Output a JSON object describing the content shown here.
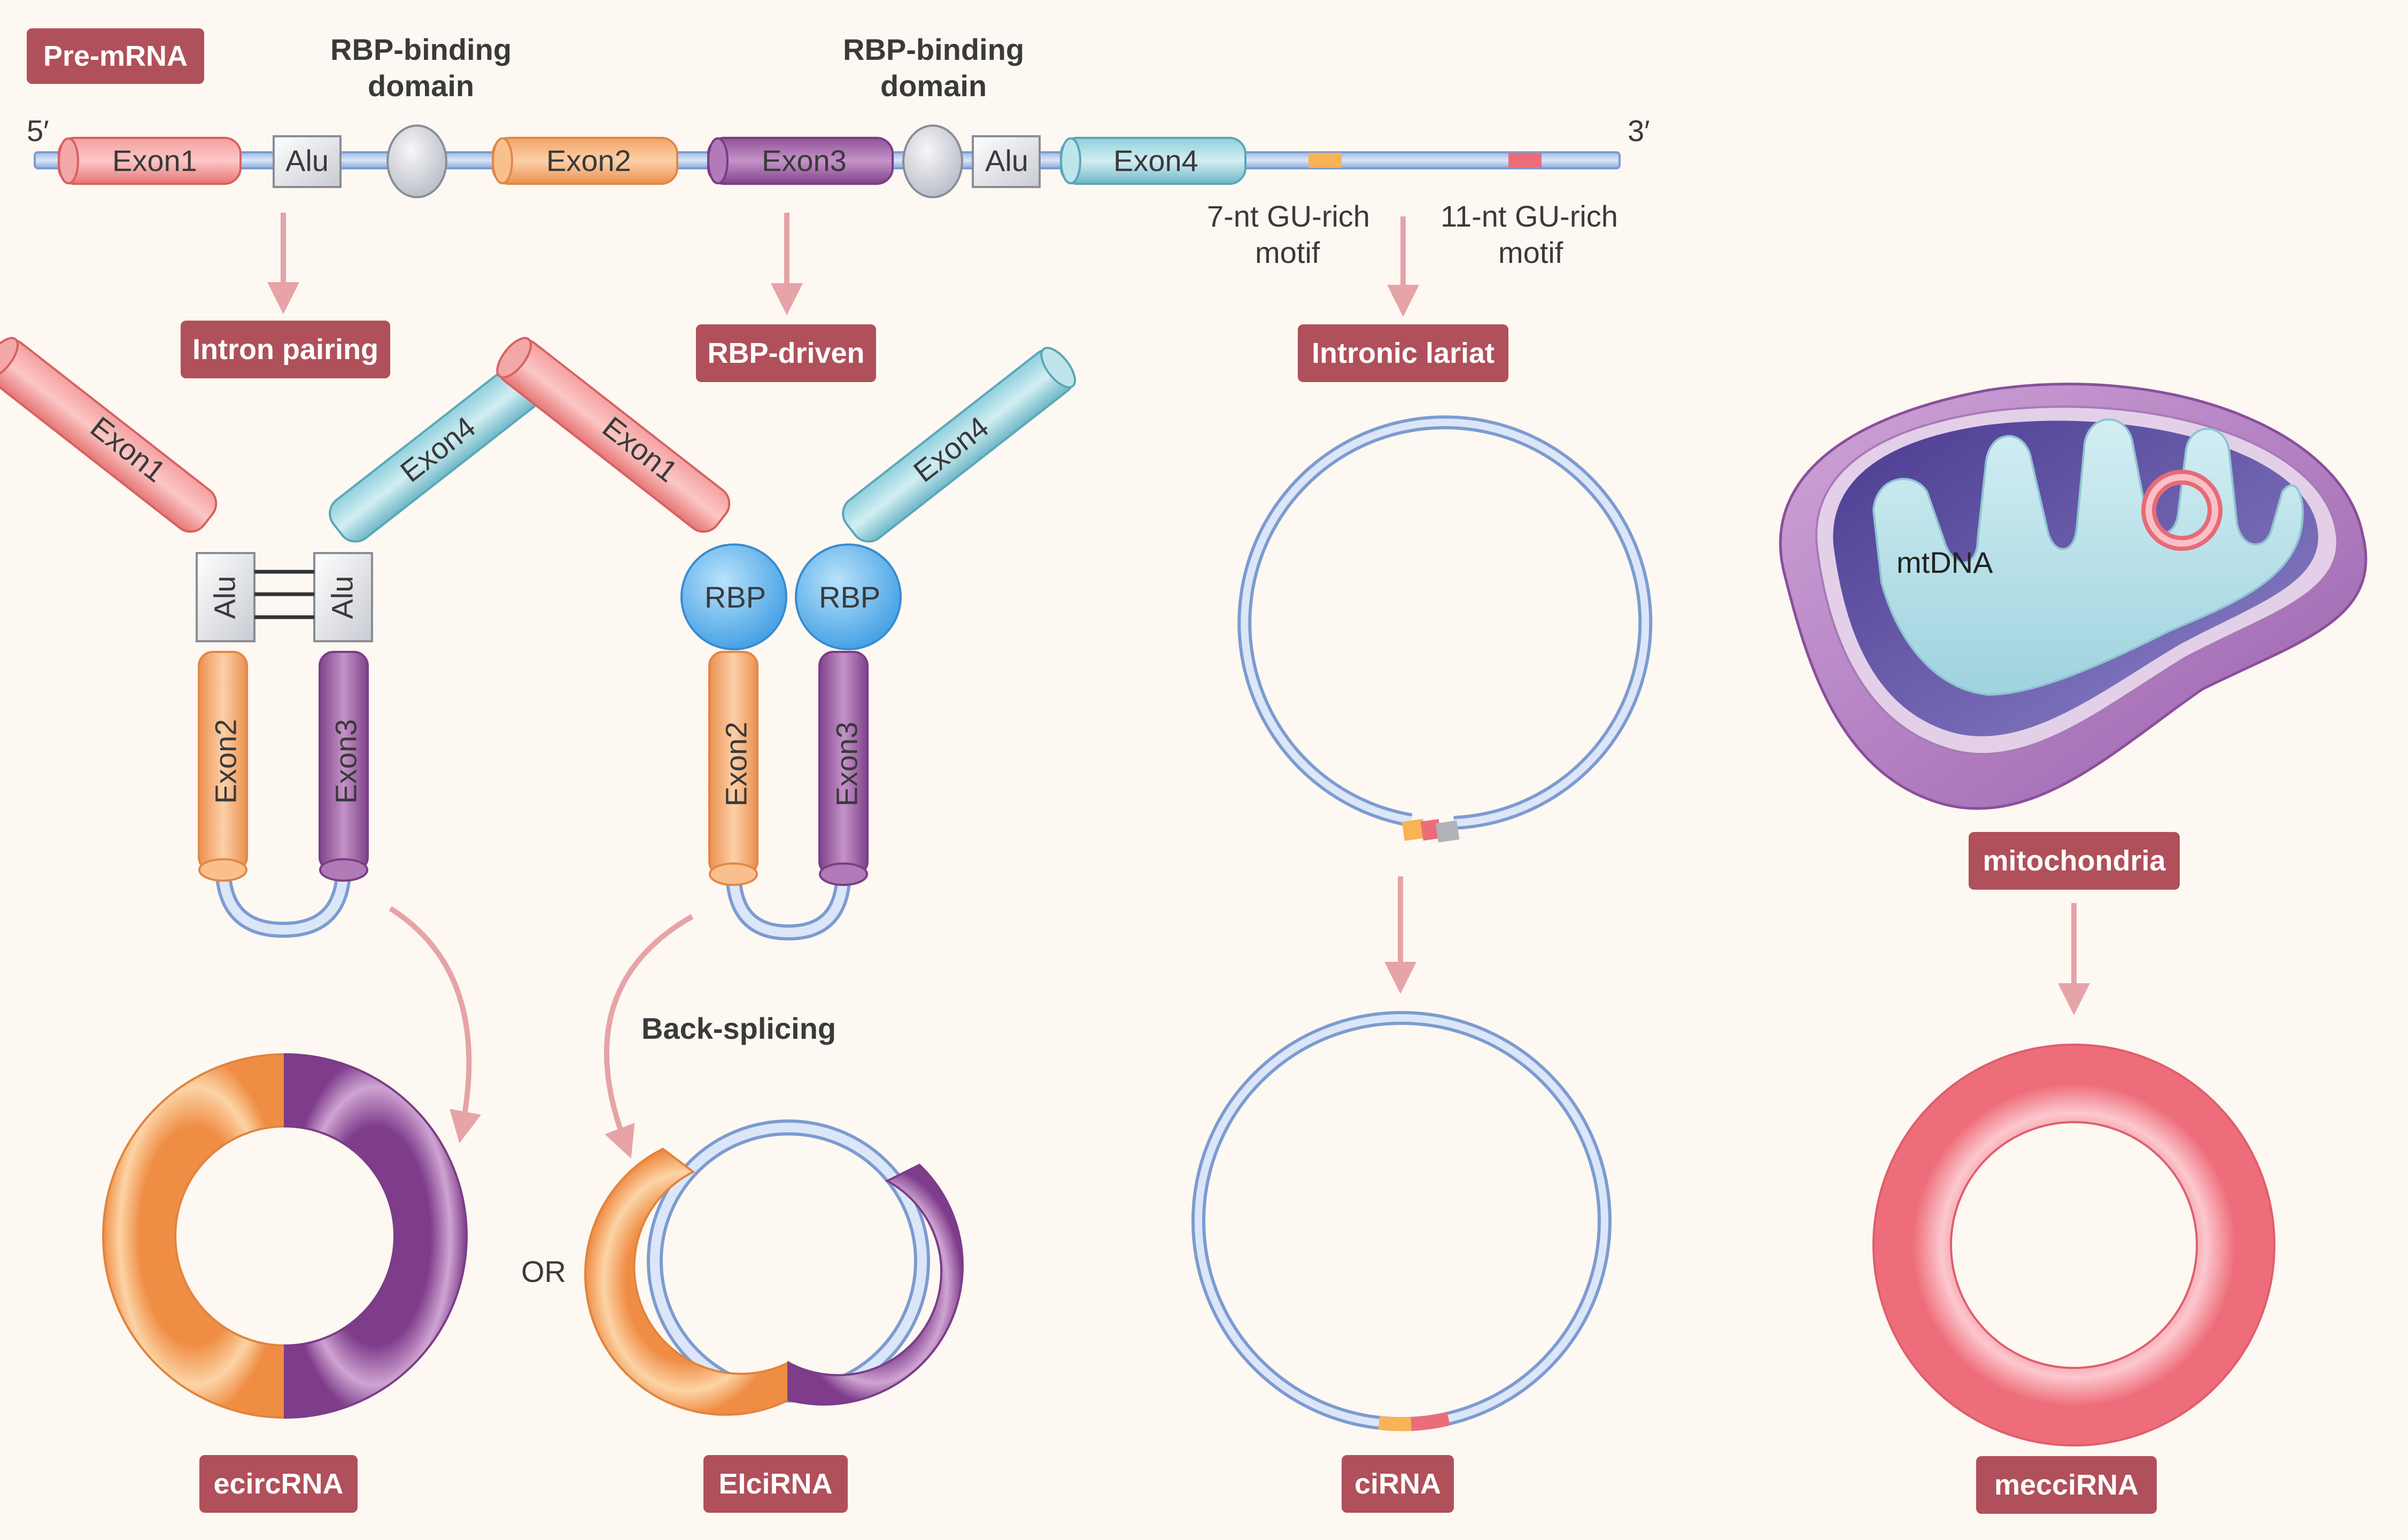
{
  "labels": {
    "pre_mrna": "Pre-mRNA",
    "intron_pairing": "Intron pairing",
    "rbp_driven": "RBP-driven",
    "intronic_lariat": "Intronic lariat",
    "mitochondria": "mitochondria",
    "ecircrna": "ecircRNA",
    "elcirna": "EIciRNA",
    "cirna": "ciRNA",
    "meccirna": "mecciRNA"
  },
  "text": {
    "five_prime": "5′",
    "three_prime": "3′",
    "rbp_domain_1_l1": "RBP-binding",
    "rbp_domain_1_l2": "domain",
    "rbp_domain_2_l1": "RBP-binding",
    "rbp_domain_2_l2": "domain",
    "motif7_l1": "7-nt GU-rich",
    "motif7_l2": "motif",
    "motif11_l1": "11-nt GU-rich",
    "motif11_l2": "motif",
    "back_splicing": "Back-splicing",
    "or": "OR",
    "mtdna": "mtDNA"
  },
  "exons": {
    "exon1": "Exon1",
    "exon2": "Exon2",
    "exon3": "Exon3",
    "exon4": "Exon4",
    "alu": "Alu",
    "rbp": "RBP"
  },
  "colors": {
    "label_bg": "#b0505a",
    "exon1": "#f08a8a",
    "exon2": "#f7ab6c",
    "exon3": "#9d5aa3",
    "exon4": "#8fd0dc",
    "rna_strand": "#a9c3ec",
    "arrow": "#e6a3a8",
    "background": "#fdf8f2"
  }
}
